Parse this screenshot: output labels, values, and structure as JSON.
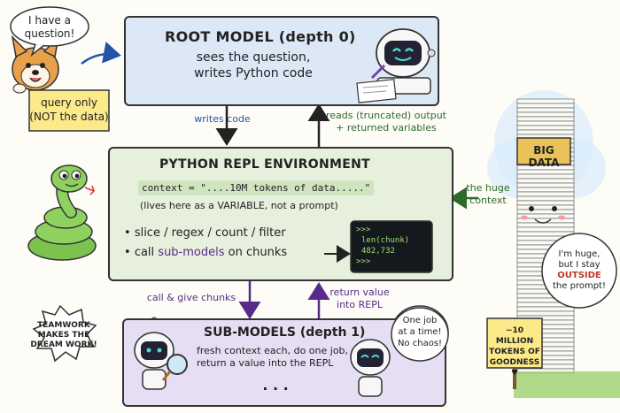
{
  "root_model": {
    "title": "ROOT MODEL (depth 0)",
    "desc_line1": "sees the question,",
    "desc_line2": "writes Python code"
  },
  "corgi": {
    "speech_line1": "I have a",
    "speech_line2": "question!",
    "sign_line1": "query only",
    "sign_line2": "(NOT the data)"
  },
  "arrows": {
    "writes_code": "writes code",
    "reads_output_line1": "reads (truncated) output",
    "reads_output_line2": "+ returned variables",
    "huge_context_line1": "the huge",
    "huge_context_line2": "context",
    "call_chunks": "call & give chunks",
    "return_value_line1": "return value",
    "return_value_line2": "into REPL"
  },
  "repl": {
    "title": "PYTHON REPL ENVIRONMENT",
    "context_code": "context = \"....10M tokens of data.....\"",
    "context_note": "(lives here as a VARIABLE, not a prompt)",
    "bullet1": "slice / regex / count / filter",
    "bullet2_prefix": "call ",
    "bullet2_highlight": "sub-models",
    "bullet2_suffix": " on chunks",
    "terminal_line1": ">>>",
    "terminal_line2": "len(chunk)",
    "terminal_line3": "482,732",
    "terminal_line4": ">>>"
  },
  "submodels": {
    "title": "SUB-MODELS (depth 1)",
    "desc_line1": "fresh context each, do one job,",
    "desc_line2": "return a value into the REPL",
    "ellipsis": ". . .",
    "bubble_line1": "One job",
    "bubble_line2": "at a time!",
    "bubble_line3": "No chaos!"
  },
  "teamwork": {
    "line1": "TEAMWORK",
    "line2": "MAKES THE",
    "line3": "DREAM WORK!"
  },
  "big_data": {
    "label": "BIG DATA",
    "bubble_line1": "I'm huge,",
    "bubble_line2": "but I stay",
    "bubble_line3": "OUTSIDE",
    "bubble_line4": "the prompt!",
    "sign_line1": "~10 MILLION",
    "sign_line2": "TOKENS OF",
    "sign_line3": "GOODNESS ♥"
  },
  "colors": {
    "root_fill": "#dde8f6",
    "repl_fill": "#e6f0dc",
    "sub_fill": "#e6def2",
    "blue_text": "#2255aa",
    "green_text": "#2e6b2a",
    "purple_text": "#5a2a8a",
    "sign_yellow": "#fbe98a",
    "orange_text": "#c0392b"
  }
}
